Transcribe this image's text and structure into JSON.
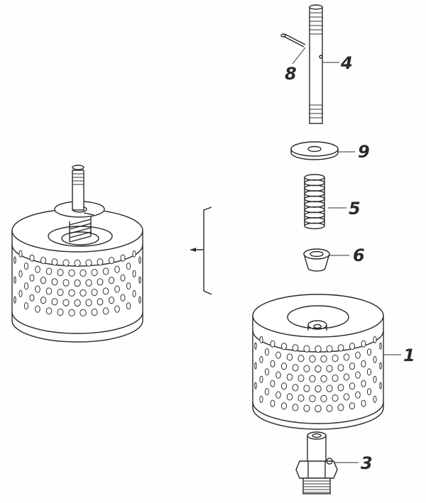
{
  "figure": {
    "callouts": [
      {
        "id": "1",
        "text": "1",
        "part": "filter-element"
      },
      {
        "id": "3",
        "text": "3",
        "part": "threaded-union"
      },
      {
        "id": "4",
        "text": "4",
        "part": "center-stud"
      },
      {
        "id": "5",
        "text": "5",
        "part": "coil-spring"
      },
      {
        "id": "6",
        "text": "6",
        "part": "spring-seat"
      },
      {
        "id": "8",
        "text": "8",
        "part": "cotter-pin"
      },
      {
        "id": "9",
        "text": "9",
        "part": "flat-washer"
      }
    ],
    "colors": {
      "line": "#2a2a2a",
      "paper": "#fefefe"
    }
  }
}
